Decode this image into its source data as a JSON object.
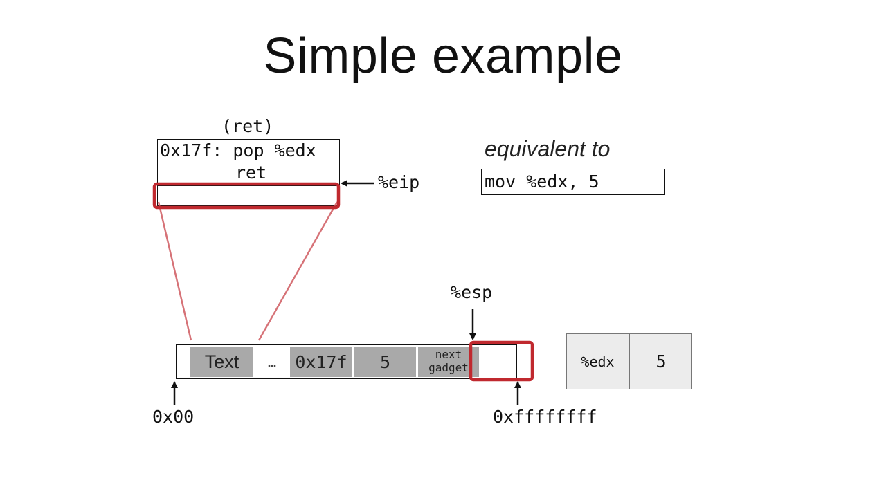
{
  "slide": {
    "title": "Simple example"
  },
  "code": {
    "caption": "(ret)",
    "line1": "0x17f: pop %edx",
    "line2": "ret"
  },
  "registers_ptr": {
    "eip": "%eip",
    "esp": "%esp"
  },
  "equivalent": {
    "label": "equivalent to",
    "code": "mov %edx, 5"
  },
  "stack": {
    "cells": {
      "text": "Text",
      "dots": "…",
      "addr": "0x17f",
      "value": "5",
      "next_line1": "next",
      "next_line2": "gadget"
    },
    "low_addr": "0x00",
    "high_addr": "0xffffffff"
  },
  "register": {
    "name": "%edx",
    "value": "5"
  },
  "colors": {
    "highlight": "#c0292f",
    "cell_fill": "#a9a9a9",
    "register_fill": "#ececec"
  }
}
